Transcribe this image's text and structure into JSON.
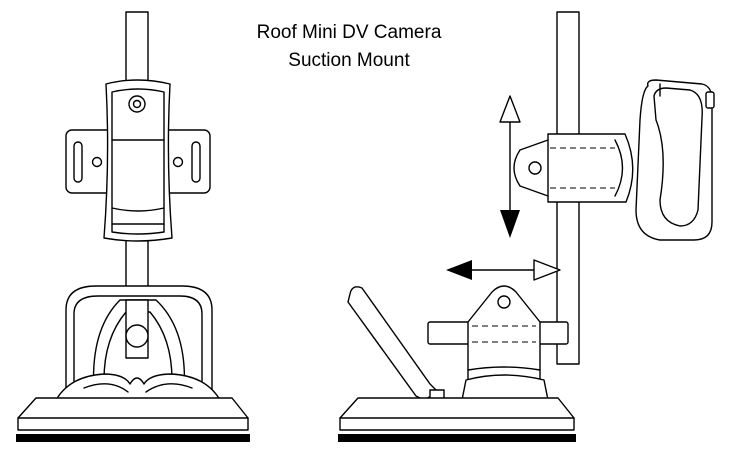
{
  "title": {
    "line1": "Roof Mini DV Camera",
    "line2": "Suction Mount"
  },
  "colors": {
    "ink": "#000000",
    "paper": "#ffffff"
  },
  "views": [
    "front-view",
    "side-view"
  ]
}
